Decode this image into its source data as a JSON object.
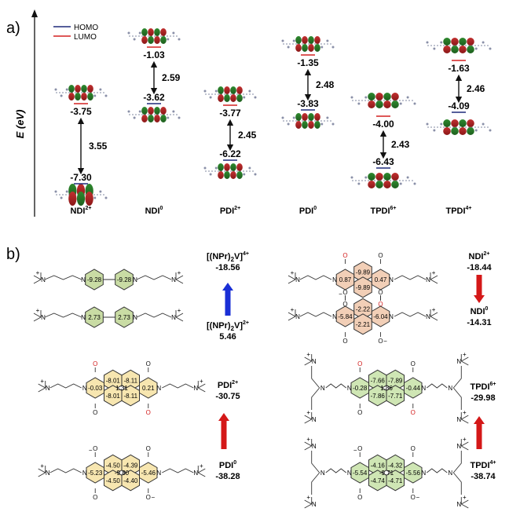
{
  "panel_a": {
    "label": "a)",
    "axis_label": "E (eV)",
    "legend": {
      "homo": {
        "label": "HOMO",
        "color": "#1f2a7a"
      },
      "lumo": {
        "label": "LUMO",
        "color": "#d42020"
      }
    },
    "molecules": [
      {
        "name": "NDI",
        "charge": "2+",
        "lumo": "-3.75",
        "homo": "-7.30",
        "gap": "3.55"
      },
      {
        "name": "NDI",
        "charge": "0",
        "lumo": "-1.03",
        "homo": "-3.62",
        "gap": "2.59"
      },
      {
        "name": "PDI",
        "charge": "2+",
        "lumo": "-3.77",
        "homo": "-6.22",
        "gap": "2.45"
      },
      {
        "name": "PDI",
        "charge": "0",
        "lumo": "-1.35",
        "homo": "-3.83",
        "gap": "2.48"
      },
      {
        "name": "TPDI",
        "charge": "6+",
        "lumo": "-4.00",
        "homo": "-6.43",
        "gap": "2.43"
      },
      {
        "name": "TPDI",
        "charge": "4+",
        "lumo": "-1.63",
        "homo": "-4.09",
        "gap": "2.46"
      }
    ]
  },
  "panel_b": {
    "label": "b)",
    "viologen": {
      "oxidized": {
        "species": "[(NPr)2V]",
        "charge": "4+",
        "value": "-18.56",
        "rings": [
          "-9.28",
          "-9.28"
        ]
      },
      "reduced": {
        "species": "[(NPr)2V]",
        "charge": "2+",
        "value": "5.46",
        "rings": [
          "2.73",
          "2.73"
        ]
      },
      "arrow_color": "#1a2fd6"
    },
    "ndi": {
      "oxidized": {
        "species": "NDI",
        "charge": "2+",
        "value": "-18.44",
        "center": "-9.89",
        "center2": "-9.89",
        "left": "0.87",
        "right": "0.47"
      },
      "reduced": {
        "species": "NDI",
        "charge": "0",
        "value": "-14.31",
        "center": "-2.22",
        "center2": "-2.21",
        "left": "-5.84",
        "right": "-6.04"
      },
      "arrow_color": "#d41818"
    },
    "pdi": {
      "oxidized": {
        "species": "PDI",
        "charge": "2+",
        "value": "-30.75",
        "top": [
          "-8.01",
          "-8.11"
        ],
        "bottom": [
          "-8.01",
          "-8.11"
        ],
        "center": "1.31",
        "left": "-0.03",
        "right": "0.21"
      },
      "reduced": {
        "species": "PDI",
        "charge": "0",
        "value": "-38.28",
        "top": [
          "-4.50",
          "-4.39"
        ],
        "bottom": [
          "-4.50",
          "-4.40"
        ],
        "center": "-9.80",
        "left": "-5.23",
        "right": "-5.46"
      },
      "arrow_color": "#d41818"
    },
    "tpdi": {
      "oxidized": {
        "species": "TPDI",
        "charge": "6+",
        "value": "-29.98",
        "top": [
          "-7.66",
          "-7.89"
        ],
        "bottom": [
          "-7.86",
          "-7.71"
        ],
        "center": "1.86",
        "left": "-0.28",
        "right": "-0.44"
      },
      "reduced": {
        "species": "TPDI",
        "charge": "4+",
        "value": "-38.74",
        "top": [
          "-4.16",
          "-4.32"
        ],
        "bottom": [
          "-4.74",
          "-4.71"
        ],
        "center": "-9.71",
        "left": "-5.54",
        "right": "-5.56"
      },
      "arrow_color": "#d41818"
    },
    "atoms": {
      "N": "N",
      "O": "O",
      "plus": "+",
      "minus": "−"
    }
  }
}
